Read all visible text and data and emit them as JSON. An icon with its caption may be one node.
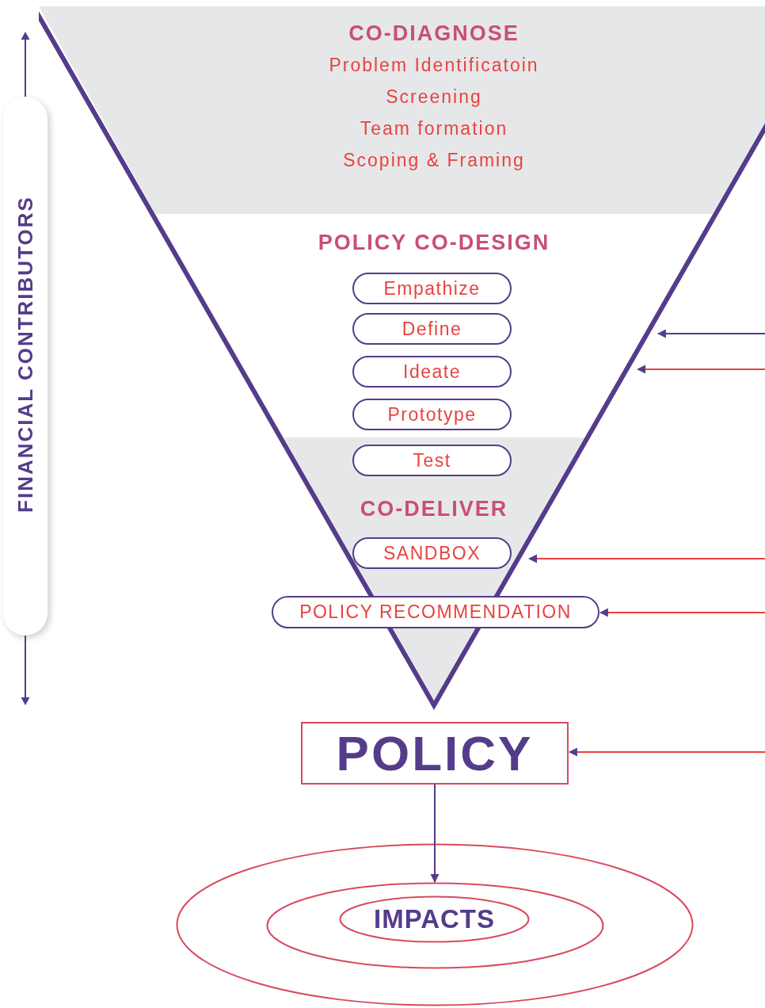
{
  "diagram": {
    "nodes": [
      {
        "text": [],
        "shape": "triangle"
      },
      {
        "text": [
          "CO-DIAGNOSE",
          "Problem Identificatoin",
          "Screening",
          "Team formation",
          "Scoping & Framing"
        ],
        "in": 0
      },
      {
        "text": [
          "POLICY CO-DESIGN"
        ],
        "in": 0
      },
      {
        "text": [
          "Empathize"
        ],
        "in": 2
      },
      {
        "text": [
          "Define"
        ],
        "in": 2
      },
      {
        "text": [
          "Ideate"
        ],
        "in": 2
      },
      {
        "text": [
          "Prototype"
        ],
        "in": 2
      },
      {
        "text": [
          "CO-DELIVER"
        ],
        "in": 0
      },
      {
        "text": [
          "Test"
        ],
        "in": 7
      },
      {
        "text": [
          "SANDBOX"
        ],
        "in": 7
      },
      {
        "text": [
          "POLICY RECOMMENDATION"
        ],
        "in": 0
      },
      {
        "text": [
          "POLICY"
        ]
      },
      {
        "text": [],
        "shape": "ellipse"
      },
      {
        "text": [],
        "shape": "ellipse",
        "in": 12
      },
      {
        "text": [
          "IMPACTS"
        ],
        "in": 13
      },
      {
        "text": [
          "FINANCIAL CONTRIBUTORS"
        ]
      }
    ],
    "edges": [
      {
        "from": null,
        "to": 2,
        "arrow": "to",
        "color": "#553c8b"
      },
      {
        "from": null,
        "to": 2,
        "arrow": "to",
        "color": "#e8433f"
      },
      {
        "from": null,
        "to": 7,
        "arrow": "to",
        "color": "#e8433f"
      },
      {
        "from": null,
        "to": 10,
        "arrow": "to",
        "color": "#e8433f"
      },
      {
        "from": null,
        "to": 11,
        "arrow": "to",
        "color": "#e8433f"
      },
      {
        "from": 11,
        "to": 13,
        "arrow": "to",
        "color": "#553c8b"
      }
    ]
  }
}
